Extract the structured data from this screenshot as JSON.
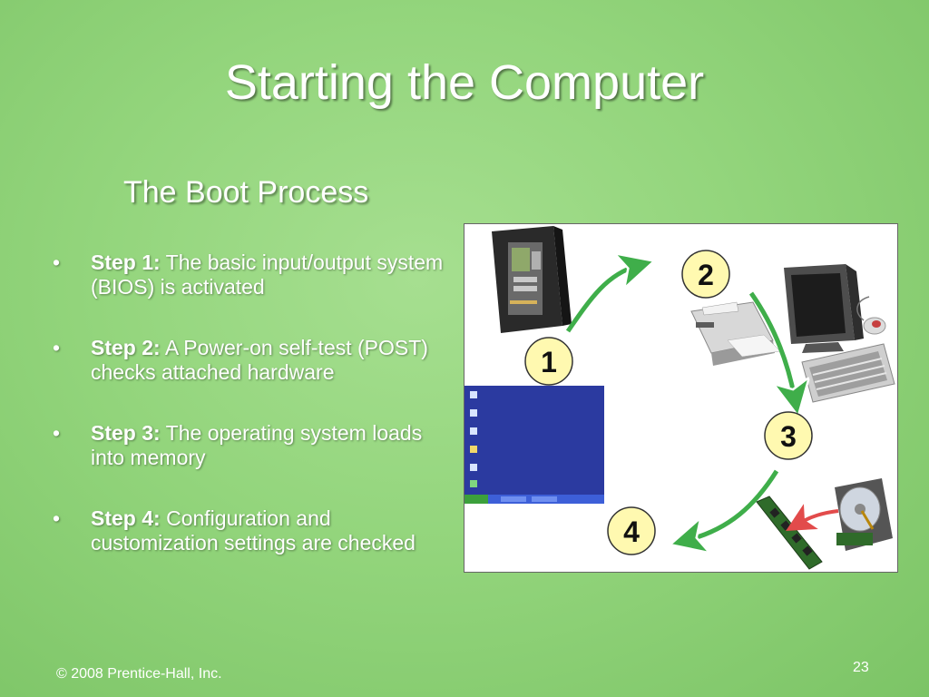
{
  "slide": {
    "title": "Starting the Computer",
    "subtitle": "The Boot Process",
    "bullet_glyph": "•",
    "steps": [
      {
        "label": "Step 1:",
        "text": "The basic input/output system (BIOS) is activated"
      },
      {
        "label": "Step 2:",
        "text": "A Power-on self-test (POST) checks attached hardware"
      },
      {
        "label": "Step 3:",
        "text": "The operating system loads into memory"
      },
      {
        "label": "Step 4:",
        "text": "Configuration and customization settings are checked"
      }
    ],
    "diagram": {
      "step_numbers": [
        "1",
        "2",
        "3",
        "4"
      ]
    },
    "footer": "© 2008 Prentice-Hall, Inc.",
    "page_number": "23"
  },
  "colors": {
    "background": "#93d57c",
    "arrow": "#3fae4a",
    "badge_fill": "#fff9b0",
    "desktop_blue": "#2b3aa0"
  }
}
